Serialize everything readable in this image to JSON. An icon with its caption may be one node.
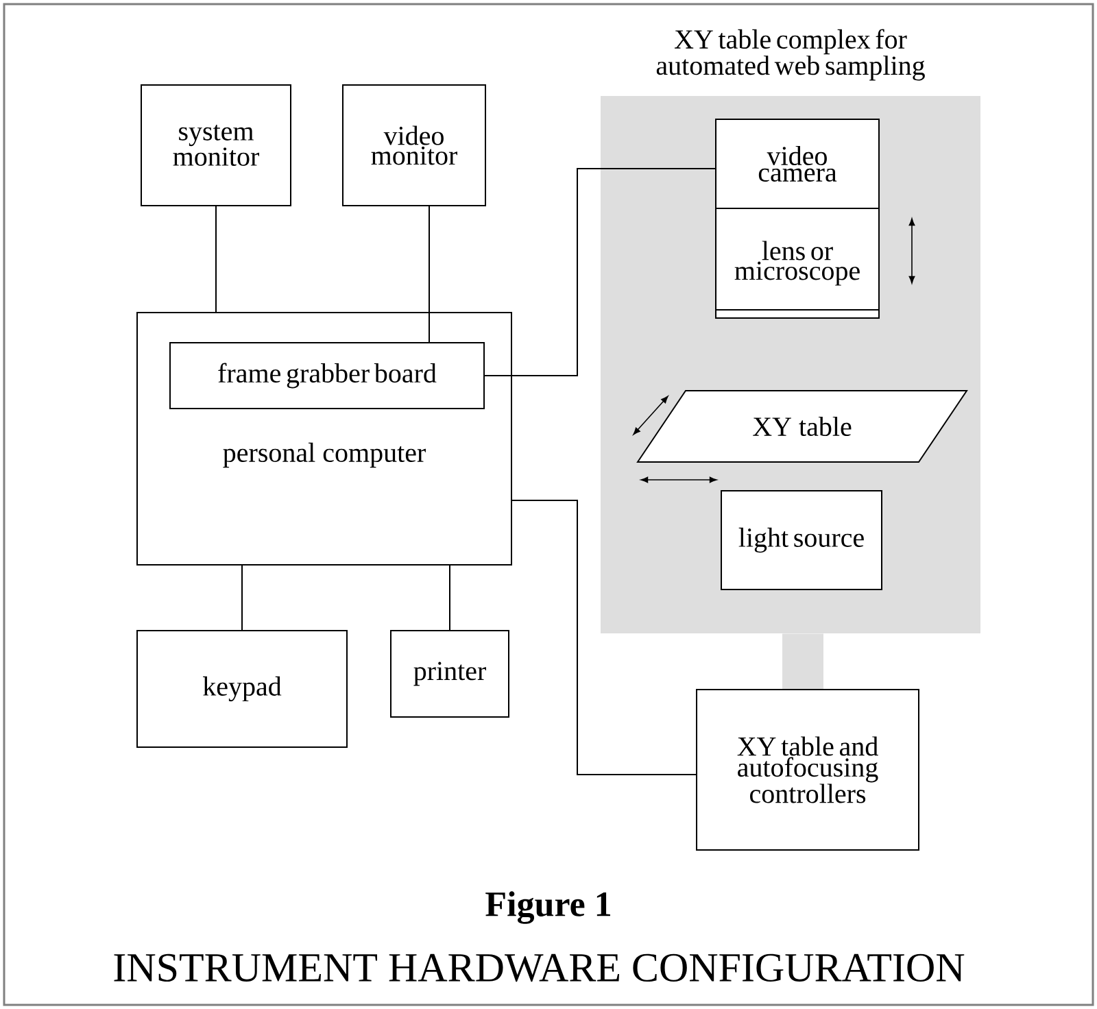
{
  "diagram": {
    "caption": "INSTRUMENT HARDWARE CONFIGURATION",
    "nodes": [
      {
        "text": [
          "XY table complex for automated web sampling"
        ]
      },
      {
        "text": [
          "system monitor"
        ]
      },
      {
        "text": [
          "video monitor"
        ]
      },
      {
        "text": [
          "personal computer"
        ]
      },
      {
        "text": [
          "frame grabber board"
        ],
        "in": 3
      },
      {
        "text": [
          "video camera"
        ],
        "in": 0
      },
      {
        "text": [
          "lens or microscope"
        ],
        "in": 0
      },
      {
        "text": [
          "XY table"
        ],
        "in": 0
      },
      {
        "text": [
          "light source"
        ],
        "in": 0
      },
      {
        "text": [
          "keypad"
        ]
      },
      {
        "text": [
          "printer"
        ]
      },
      {
        "text": [
          "XY table and autofocusing controllers"
        ]
      }
    ],
    "edges": [
      {
        "from": 1,
        "to": 3,
        "arrow": "none"
      },
      {
        "from": 2,
        "to": 4,
        "arrow": "none"
      },
      {
        "from": 4,
        "to": 5,
        "arrow": "none"
      },
      {
        "from": 3,
        "to": 11,
        "arrow": "none"
      },
      {
        "from": 3,
        "to": 9,
        "arrow": "none"
      },
      {
        "from": 3,
        "to": 10,
        "arrow": "none"
      },
      {
        "from": 0,
        "to": 11,
        "arrow": "none",
        "style": "thick",
        "color": "#dedede"
      }
    ],
    "labels": [
      "Figure 1"
    ]
  }
}
